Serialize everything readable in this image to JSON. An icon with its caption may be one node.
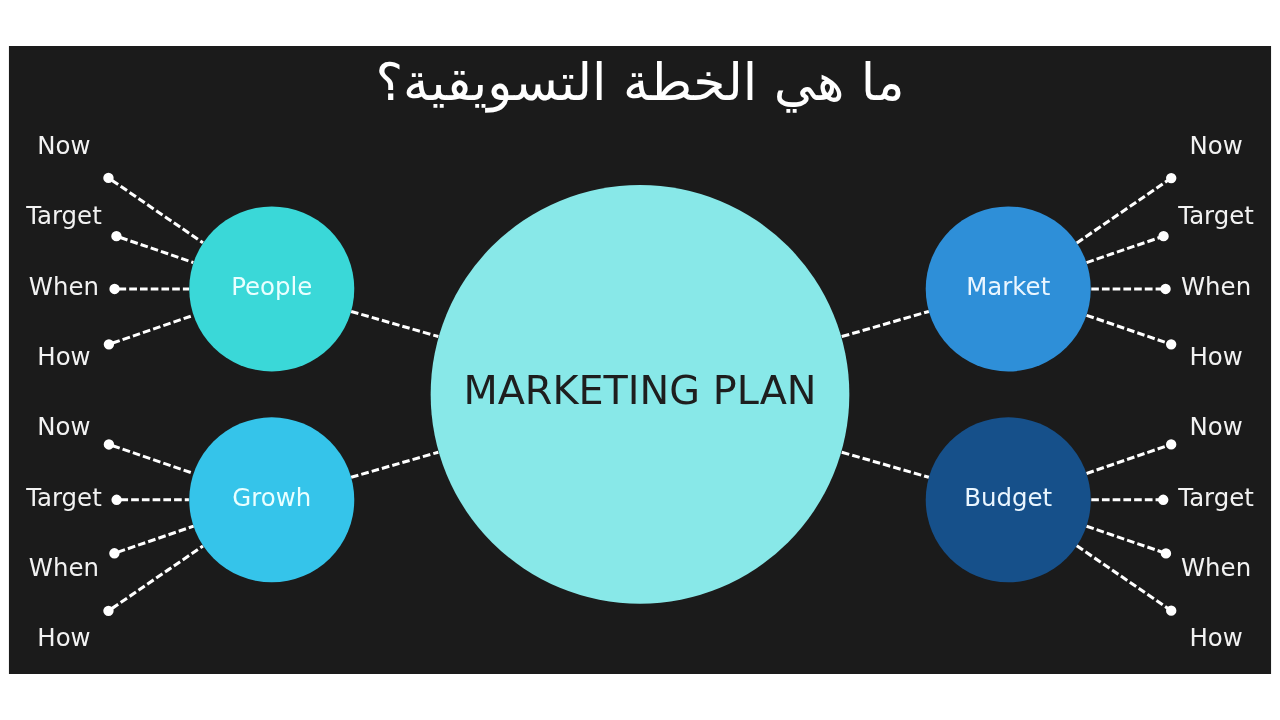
{
  "diagram": {
    "title": "ما هي الخطة التسويقية؟",
    "nodes": [
      {
        "text": [
          "MARKETING PLAN"
        ]
      },
      {
        "text": [
          "People"
        ]
      },
      {
        "text": [
          "Market"
        ]
      },
      {
        "text": [
          "Growh"
        ]
      },
      {
        "text": [
          "Budget"
        ]
      },
      {
        "text": [
          "Now"
        ]
      },
      {
        "text": [
          "Target"
        ]
      },
      {
        "text": [
          "When"
        ]
      },
      {
        "text": [
          "How"
        ]
      },
      {
        "text": [
          "Now"
        ]
      },
      {
        "text": [
          "Target"
        ]
      },
      {
        "text": [
          "When"
        ]
      },
      {
        "text": [
          "How"
        ]
      },
      {
        "text": [
          "Now"
        ]
      },
      {
        "text": [
          "Target"
        ]
      },
      {
        "text": [
          "When"
        ]
      },
      {
        "text": [
          "How"
        ]
      },
      {
        "text": [
          "Now"
        ]
      },
      {
        "text": [
          "Target"
        ]
      },
      {
        "text": [
          "When"
        ]
      },
      {
        "text": [
          "How"
        ]
      }
    ],
    "edges": [
      {
        "from": 1,
        "to": 0,
        "arrow": "none",
        "style": "dashed"
      },
      {
        "from": 0,
        "to": 2,
        "arrow": "none",
        "style": "dashed"
      },
      {
        "from": 3,
        "to": 0,
        "arrow": "none",
        "style": "dashed"
      },
      {
        "from": 0,
        "to": 4,
        "arrow": "none",
        "style": "dashed"
      },
      {
        "from": 5,
        "to": 1,
        "arrow": "other",
        "style": "dashed"
      },
      {
        "from": 6,
        "to": 1,
        "arrow": "other",
        "style": "dashed"
      },
      {
        "from": 7,
        "to": 1,
        "arrow": "other",
        "style": "dashed"
      },
      {
        "from": 8,
        "to": 1,
        "arrow": "other",
        "style": "dashed"
      },
      {
        "from": 2,
        "to": 9,
        "arrow": "other",
        "style": "dashed"
      },
      {
        "from": 2,
        "to": 10,
        "arrow": "other",
        "style": "dashed"
      },
      {
        "from": 2,
        "to": 11,
        "arrow": "other",
        "style": "dashed"
      },
      {
        "from": 2,
        "to": 12,
        "arrow": "other",
        "style": "dashed"
      },
      {
        "from": 13,
        "to": 3,
        "arrow": "other",
        "style": "dashed"
      },
      {
        "from": 14,
        "to": 3,
        "arrow": "other",
        "style": "dashed"
      },
      {
        "from": 15,
        "to": 3,
        "arrow": "other",
        "style": "dashed"
      },
      {
        "from": 16,
        "to": 3,
        "arrow": "other",
        "style": "dashed"
      },
      {
        "from": 4,
        "to": 17,
        "arrow": "other",
        "style": "dashed"
      },
      {
        "from": 4,
        "to": 18,
        "arrow": "other",
        "style": "dashed"
      },
      {
        "from": 4,
        "to": 19,
        "arrow": "other",
        "style": "dashed"
      },
      {
        "from": 4,
        "to": 20,
        "arrow": "other",
        "style": "dashed"
      }
    ]
  }
}
